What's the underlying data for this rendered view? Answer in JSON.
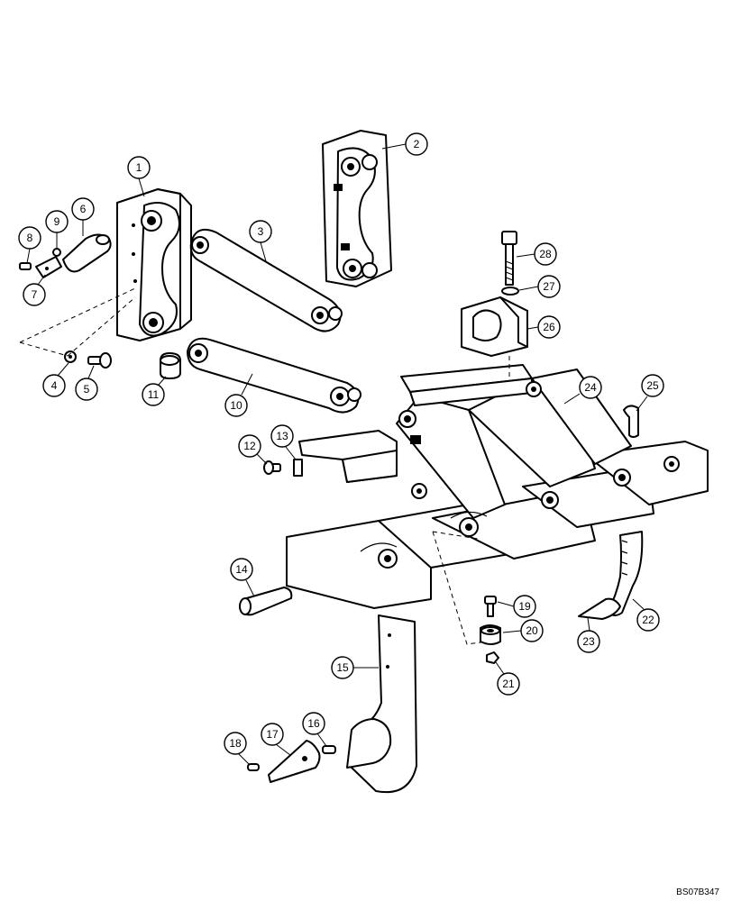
{
  "drawing_code": "BS07B347",
  "callouts": [
    {
      "id": "1",
      "label": "1"
    },
    {
      "id": "2",
      "label": "2"
    },
    {
      "id": "3",
      "label": "3"
    },
    {
      "id": "4",
      "label": "4"
    },
    {
      "id": "5",
      "label": "5"
    },
    {
      "id": "6",
      "label": "6"
    },
    {
      "id": "7",
      "label": "7"
    },
    {
      "id": "8",
      "label": "8"
    },
    {
      "id": "9",
      "label": "9"
    },
    {
      "id": "10",
      "label": "10"
    },
    {
      "id": "11",
      "label": "11"
    },
    {
      "id": "12",
      "label": "12"
    },
    {
      "id": "13",
      "label": "13"
    },
    {
      "id": "14",
      "label": "14"
    },
    {
      "id": "15",
      "label": "15"
    },
    {
      "id": "16",
      "label": "16"
    },
    {
      "id": "17",
      "label": "17"
    },
    {
      "id": "18",
      "label": "18"
    },
    {
      "id": "19",
      "label": "19"
    },
    {
      "id": "20",
      "label": "20"
    },
    {
      "id": "21",
      "label": "21"
    },
    {
      "id": "22",
      "label": "22"
    },
    {
      "id": "23",
      "label": "23"
    },
    {
      "id": "24",
      "label": "24"
    },
    {
      "id": "25",
      "label": "25"
    },
    {
      "id": "26",
      "label": "26"
    },
    {
      "id": "27",
      "label": "27"
    },
    {
      "id": "28",
      "label": "28"
    }
  ]
}
